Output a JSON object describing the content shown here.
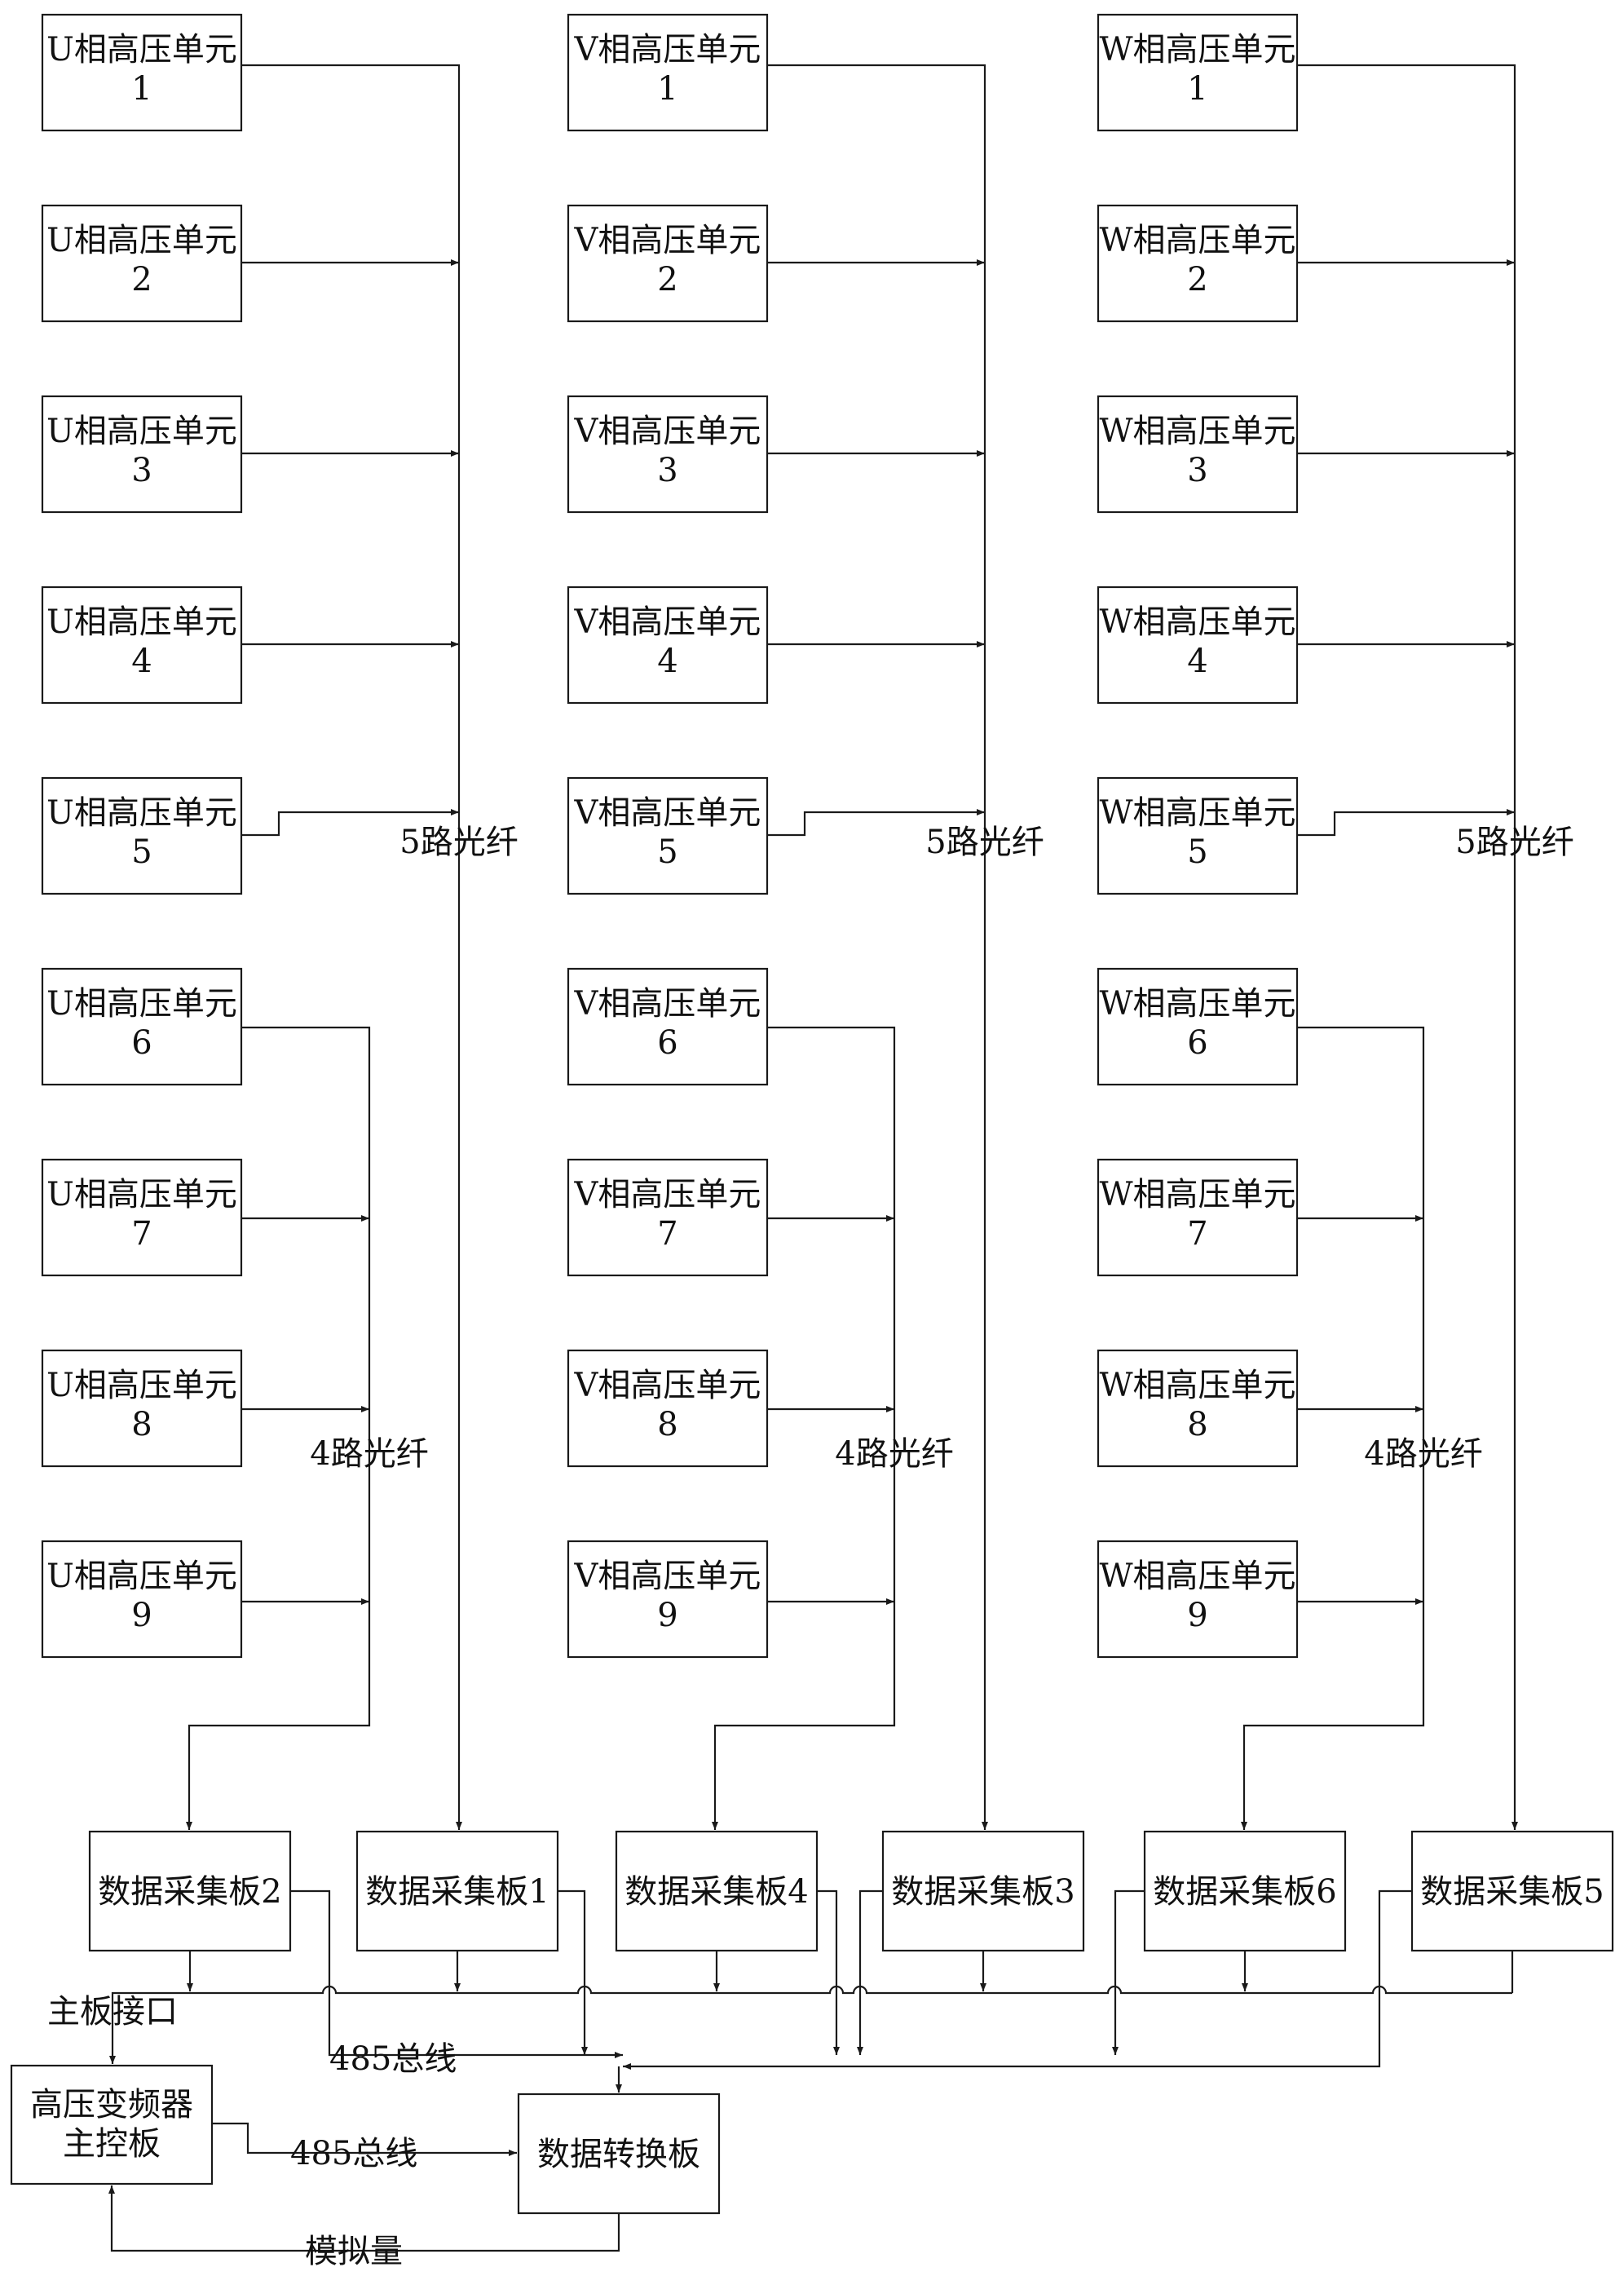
{
  "phases": [
    {
      "units": [
        "U相高压单元\n1",
        "U相高压单元\n2",
        "U相高压单元\n3",
        "U相高压单元\n4",
        "U相高压单元\n5",
        "U相高压单元\n6",
        "U相高压单元\n7",
        "U相高压单元\n8",
        "U相高压单元\n9"
      ],
      "fiber5_label": "5路光纤",
      "fiber4_label": "4路光纤"
    },
    {
      "units": [
        "V相高压单元\n1",
        "V相高压单元\n2",
        "V相高压单元\n3",
        "V相高压单元\n4",
        "V相高压单元\n5",
        "V相高压单元\n6",
        "V相高压单元\n7",
        "V相高压单元\n8",
        "V相高压单元\n9"
      ],
      "fiber5_label": "5路光纤",
      "fiber4_label": "4路光纤"
    },
    {
      "units": [
        "W相高压单元\n1",
        "W相高压单元\n2",
        "W相高压单元\n3",
        "W相高压单元\n4",
        "W相高压单元\n5",
        "W相高压单元\n6",
        "W相高压单元\n7",
        "W相高压单元\n8",
        "W相高压单元\n9"
      ],
      "fiber5_label": "5路光纤",
      "fiber4_label": "4路光纤"
    }
  ],
  "boards": [
    "数据采集板2",
    "数据采集板1",
    "数据采集板4",
    "数据采集板3",
    "数据采集板6",
    "数据采集板5"
  ],
  "mainboard_port_label": "主板接口",
  "bus_label_top": "485总线",
  "bus_label_bottom": "485总线",
  "main_control": "高压变频器\n主控板",
  "converter": "数据转换板",
  "analog_label": "模拟量"
}
